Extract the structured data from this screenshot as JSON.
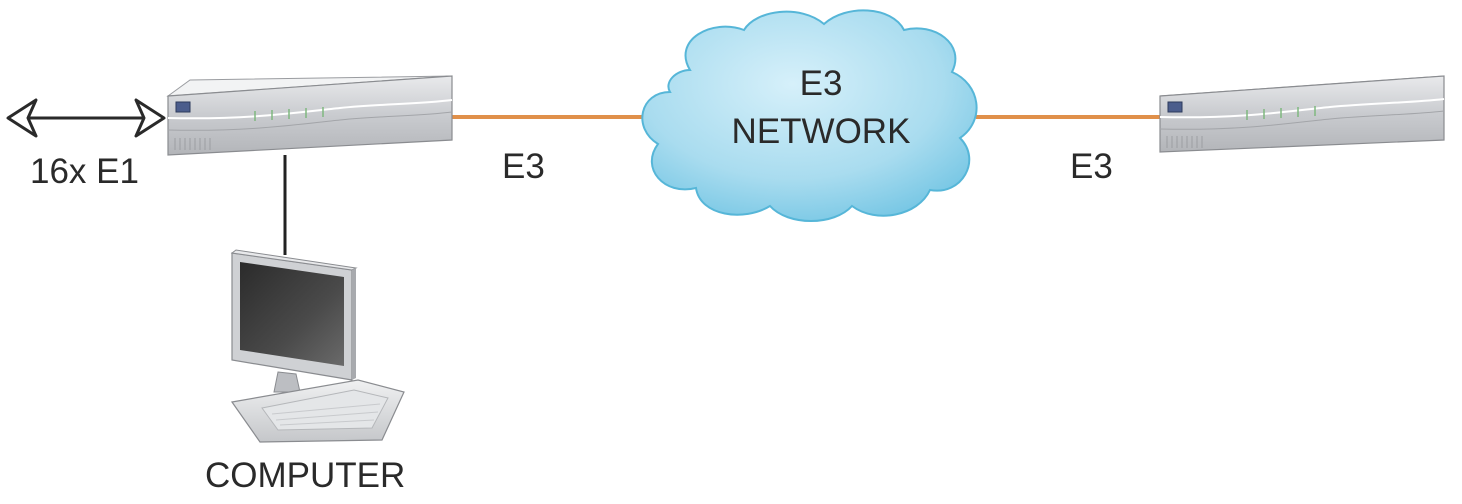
{
  "colors": {
    "link_e3": "#e0904a",
    "link_lan": "#222222",
    "cloud_fill": "#a9dcef",
    "cloud_edge": "#56b6d8",
    "device_body": "#d2d3d6",
    "device_top": "#eceef0",
    "computer_screen": "#3a3a3a"
  },
  "icons": [
    "double-arrow-icon",
    "network-device-icon",
    "cloud-icon",
    "computer-icon"
  ],
  "labels": {
    "e1_interface": "16x E1",
    "link_left": "E3",
    "cloud_line1": "E3",
    "cloud_line2": "NETWORK",
    "link_right": "E3",
    "computer": "COMPUTER"
  }
}
